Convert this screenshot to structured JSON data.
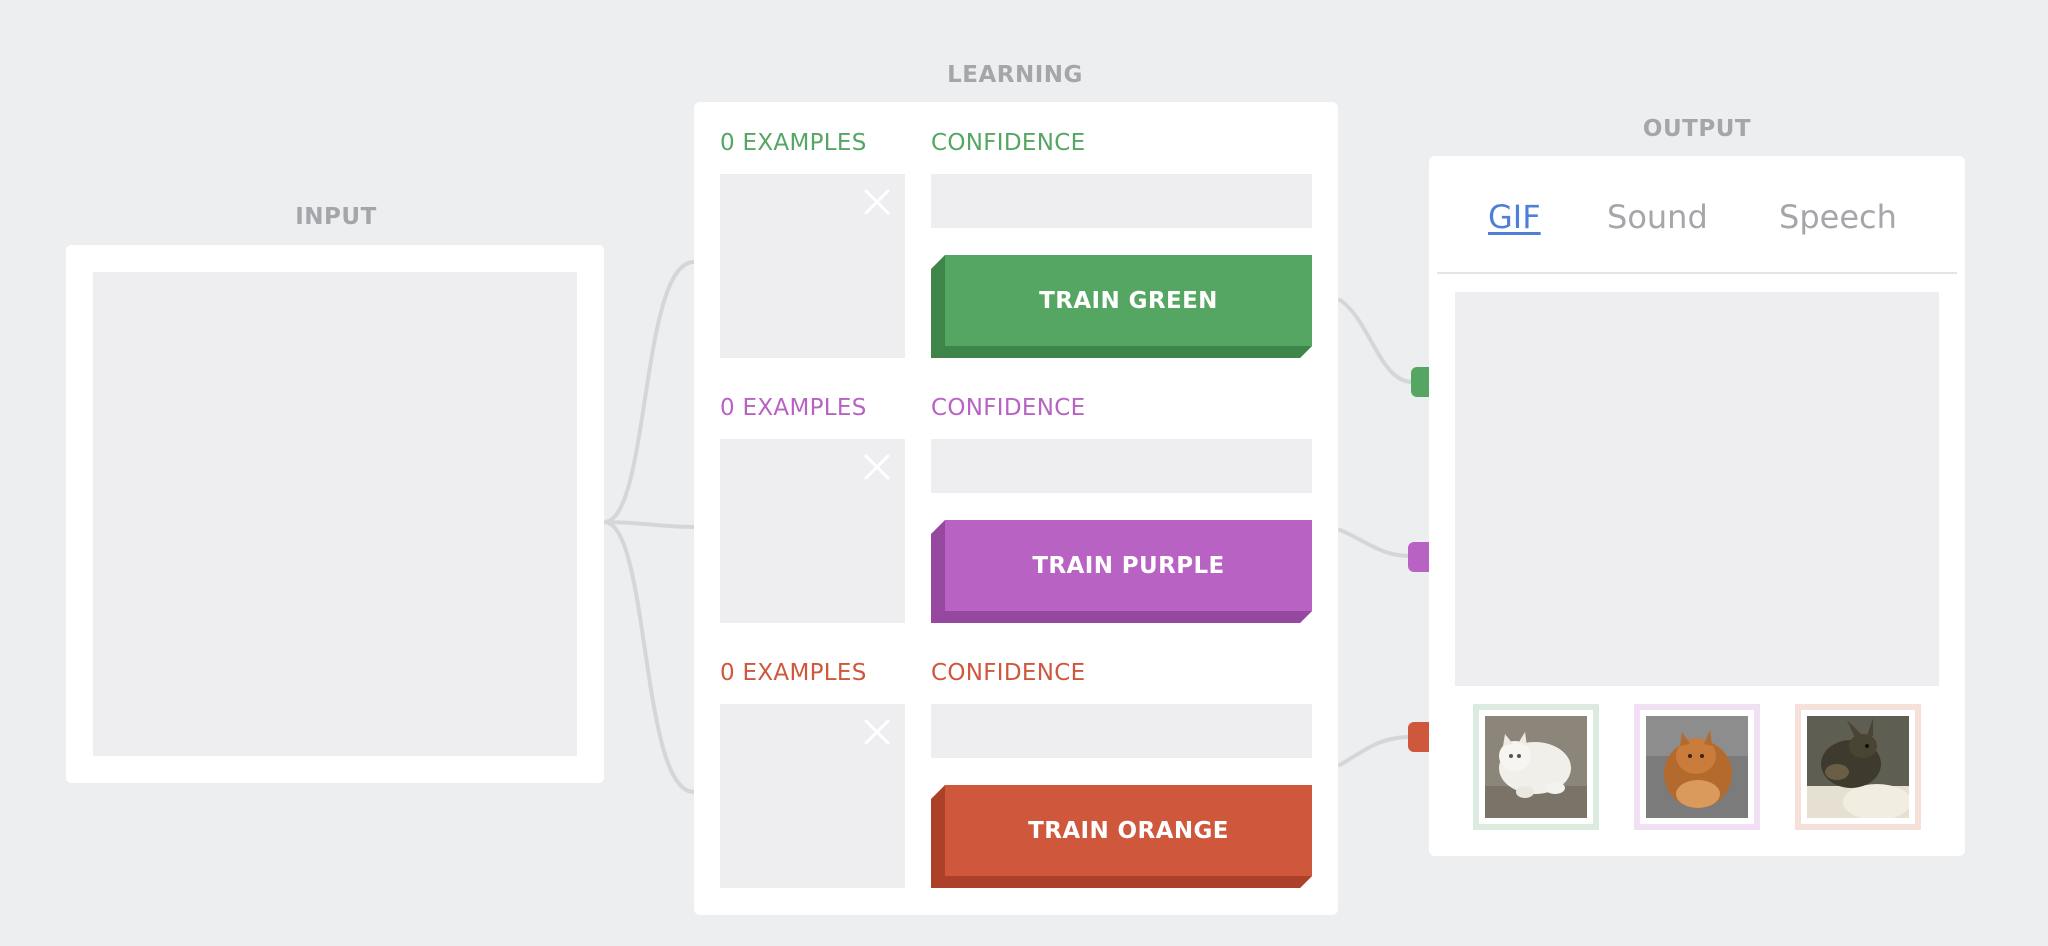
{
  "colors": {
    "green": "#55a663",
    "green_dark": "#3d8549",
    "purple": "#b863c4",
    "purple_dark": "#96479f",
    "orange": "#cf573c",
    "orange_dark": "#ac4029",
    "section_title": "#a4a6aa",
    "tab_active": "#4f7fd9"
  },
  "input": {
    "title": "INPUT"
  },
  "learning": {
    "title": "LEARNING",
    "classes": [
      {
        "id": "green",
        "examples_label": "0 EXAMPLES",
        "confidence_label": "CONFIDENCE",
        "train_label": "TRAIN GREEN"
      },
      {
        "id": "purple",
        "examples_label": "0 EXAMPLES",
        "confidence_label": "CONFIDENCE",
        "train_label": "TRAIN PURPLE"
      },
      {
        "id": "orange",
        "examples_label": "0 EXAMPLES",
        "confidence_label": "CONFIDENCE",
        "train_label": "TRAIN ORANGE"
      }
    ]
  },
  "output": {
    "title": "OUTPUT",
    "tabs": [
      {
        "label": "GIF",
        "active": true
      },
      {
        "label": "Sound",
        "active": false
      },
      {
        "label": "Speech",
        "active": false
      }
    ],
    "thumbnails": [
      {
        "class": "green",
        "subject": "white cat"
      },
      {
        "class": "purple",
        "subject": "orange cat"
      },
      {
        "class": "orange",
        "subject": "dark rabbit"
      }
    ]
  }
}
